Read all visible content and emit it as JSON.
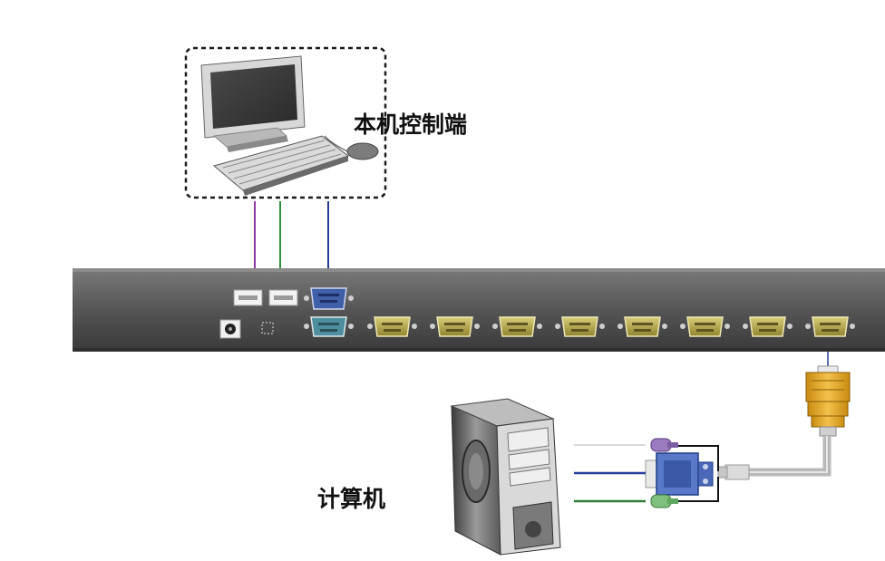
{
  "labels": {
    "console": "本机控制端",
    "computer": "计算机"
  },
  "colors": {
    "background": "#ffffff",
    "kvm_body": "#4a4a4a",
    "kvm_body_light": "#6c6c6c",
    "db_port": "#b2a34a",
    "vga_port": "#3f5fa8",
    "usb_port": "#eaeaea",
    "cable_purple": "#8e3aa6",
    "cable_green": "#2f8f3a",
    "cable_blue": "#263d9a",
    "cable_gray": "#b9b9b9",
    "connector_orange": "#e0a52a"
  },
  "icons": {
    "console_monitor": "monitor-icon",
    "console_keyboard": "keyboard-icon",
    "console_mouse": "mouse-icon",
    "kvm_switch": "kvm-switch-icon",
    "computer_tower": "pc-tower-icon"
  },
  "kvm": {
    "usb_ports": 2,
    "console_vga_ports": 1,
    "console_serial_ports": 1,
    "computer_ports": 8
  }
}
